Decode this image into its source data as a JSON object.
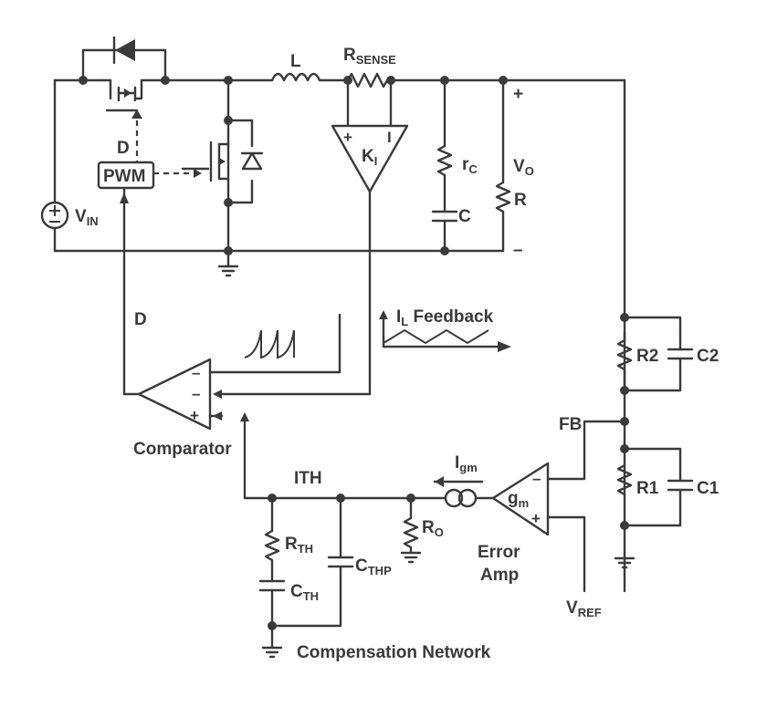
{
  "labels": {
    "inductor": "L",
    "rsense_main": "R",
    "rsense_sub": "SENSE",
    "pwm": "PWM",
    "duty_top": "D",
    "duty_left": "D",
    "ki_main": "K",
    "ki_sub": "I",
    "amp_plus": "+",
    "amp_minus": "I",
    "rc_main": "r",
    "rc_sub": "C",
    "cap_c": "C",
    "res_r": "R",
    "vo_main": "V",
    "vo_sub": "O",
    "vo_plus": "+",
    "vo_minus": "–",
    "vin_main": "V",
    "vin_sub": "IN",
    "il_main": "I",
    "il_sub": "L",
    "il_text": " Feedback",
    "comparator": "Comparator",
    "ith": "ITH",
    "igm_main": "I",
    "igm_sub": "gm",
    "gm_main": "g",
    "gm_sub": "m",
    "ro_main": "R",
    "ro_sub": "O",
    "rth_main": "R",
    "rth_sub": "TH",
    "cth_main": "C",
    "cth_sub": "TH",
    "cthp_main": "C",
    "cthp_sub": "THP",
    "error_amp_1": "Error",
    "error_amp_2": "Amp",
    "vref_main": "V",
    "vref_sub": "REF",
    "fb": "FB",
    "r2": "R2",
    "c2": "C2",
    "r1": "R1",
    "c1": "C1",
    "compensation": "Compensation Network"
  }
}
